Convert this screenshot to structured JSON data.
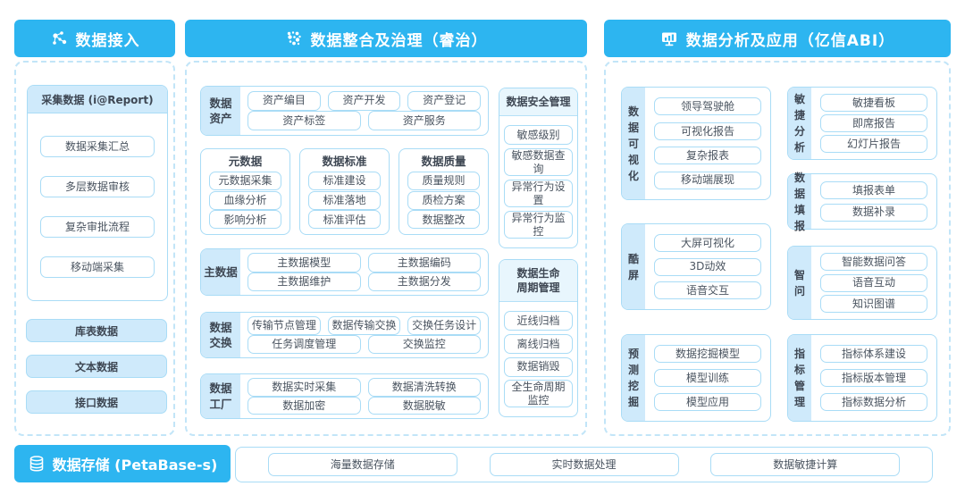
{
  "colors": {
    "accent": "#2db5f0",
    "light_border": "#a9dcf6",
    "label_fill": "#cfeafb",
    "text": "#3e4753"
  },
  "header": {
    "access": "数据接入",
    "governance": "数据整合及治理（睿治）",
    "analysis": "数据分析及应用（亿信ABI）"
  },
  "access": {
    "collect": {
      "title": "采集数据 (i@Report)",
      "items": [
        "数据采集汇总",
        "多层数据审核",
        "复杂审批流程",
        "移动端采集"
      ]
    },
    "sources": [
      "库表数据",
      "文本数据",
      "接口数据"
    ]
  },
  "governance": {
    "asset": {
      "label": "数据\n资产",
      "row1": [
        "资产编目",
        "资产开发",
        "资产登记"
      ],
      "row2": [
        "资产标签",
        "资产服务"
      ]
    },
    "meta": {
      "title": "元数据",
      "items": [
        "元数据采集",
        "血缘分析",
        "影响分析"
      ]
    },
    "standard": {
      "title": "数据标准",
      "items": [
        "标准建设",
        "标准落地",
        "标准评估"
      ]
    },
    "quality": {
      "title": "数据质量",
      "items": [
        "质量规则",
        "质检方案",
        "数据整改"
      ]
    },
    "master": {
      "label": "主数据",
      "row1": [
        "主数据模型",
        "主数据编码"
      ],
      "row2": [
        "主数据维护",
        "主数据分发"
      ]
    },
    "exchange": {
      "label": "数据\n交换",
      "row1": [
        "传输节点管理",
        "数据传输交换",
        "交换任务设计"
      ],
      "row2": [
        "任务调度管理",
        "交换监控"
      ]
    },
    "factory": {
      "label": "数据\n工厂",
      "row1": [
        "数据实时采集",
        "数据清洗转换"
      ],
      "row2": [
        "数据加密",
        "数据脱敏"
      ]
    },
    "security": {
      "title": "数据安全管理",
      "items": [
        "敏感级别",
        "敏感数据查询",
        "异常行为设置",
        "异常行为监控"
      ]
    },
    "lifecycle": {
      "title": "数据生命\n周期管理",
      "items": [
        "近线归档",
        "离线归档",
        "数据销毁",
        "全生命周期监控"
      ]
    }
  },
  "analysis": {
    "visual": {
      "label": "数据可视化",
      "items": [
        "领导驾驶舱",
        "可视化报告",
        "复杂报表",
        "移动端展现"
      ]
    },
    "cool": {
      "label": "酷屏",
      "items": [
        "大屏可视化",
        "3D动效",
        "语音交互"
      ]
    },
    "predict": {
      "label": "预测挖掘",
      "items": [
        "数据挖掘模型",
        "模型训练",
        "模型应用"
      ]
    },
    "agile": {
      "label": "敏捷分析",
      "items": [
        "敏捷看板",
        "即席报告",
        "幻灯片报告"
      ]
    },
    "filling": {
      "label": "数据填报",
      "items": [
        "填报表单",
        "数据补录"
      ]
    },
    "zhiwen": {
      "label": "智问",
      "items": [
        "智能数据问答",
        "语音互动",
        "知识图谱"
      ]
    },
    "indicator": {
      "label": "指标管理",
      "items": [
        "指标体系建设",
        "指标版本管理",
        "指标数据分析"
      ]
    }
  },
  "storage": {
    "title": "数据存储 (PetaBase-s)",
    "items": [
      "海量数据存储",
      "实时数据处理",
      "数据敏捷计算"
    ]
  }
}
